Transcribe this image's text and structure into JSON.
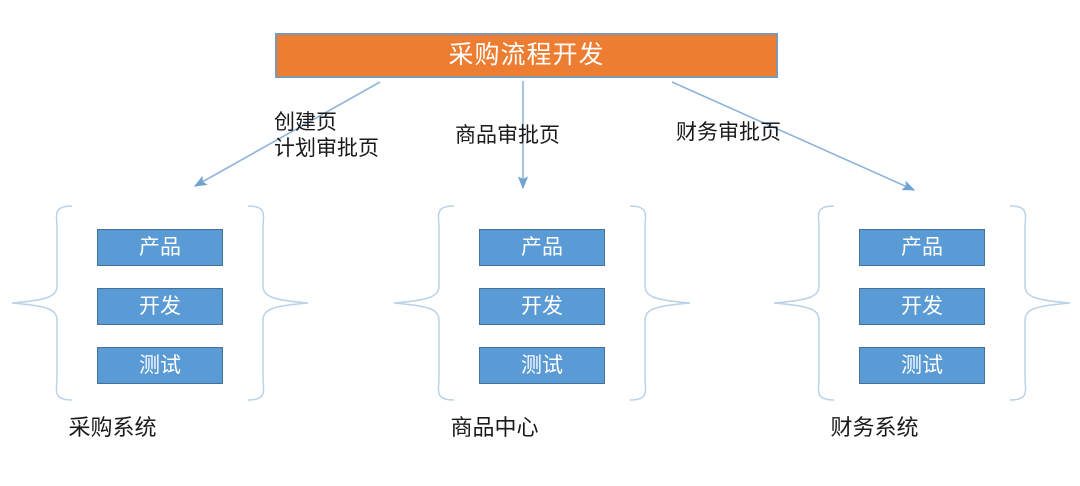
{
  "diagram": {
    "title": "采购流程开发",
    "colors": {
      "title_fill": "#ED7D31",
      "title_border": "#7C98B6",
      "item_fill": "#5B9BD5",
      "item_border": "#41719C",
      "connector": "#8FB4D9",
      "brace": "#BBD2E8",
      "text_dark": "#1A1A1A",
      "text_light": "#FFFFFF",
      "background": "#FFFFFF"
    },
    "edges": [
      {
        "label": "创建页\n计划审批页",
        "target": "采购系统",
        "direction": "down-left"
      },
      {
        "label": "商品审批页",
        "target": "商品中心",
        "direction": "down"
      },
      {
        "label": "财务审批页",
        "target": "财务系统",
        "direction": "down-right"
      }
    ],
    "groups": [
      {
        "caption": "采购系统",
        "items": [
          {
            "label": "产品"
          },
          {
            "label": "开发"
          },
          {
            "label": "测试"
          }
        ]
      },
      {
        "caption": "商品中心",
        "items": [
          {
            "label": "产品"
          },
          {
            "label": "开发"
          },
          {
            "label": "测试"
          }
        ]
      },
      {
        "caption": "财务系统",
        "items": [
          {
            "label": "产品"
          },
          {
            "label": "开发"
          },
          {
            "label": "测试"
          }
        ]
      }
    ]
  }
}
